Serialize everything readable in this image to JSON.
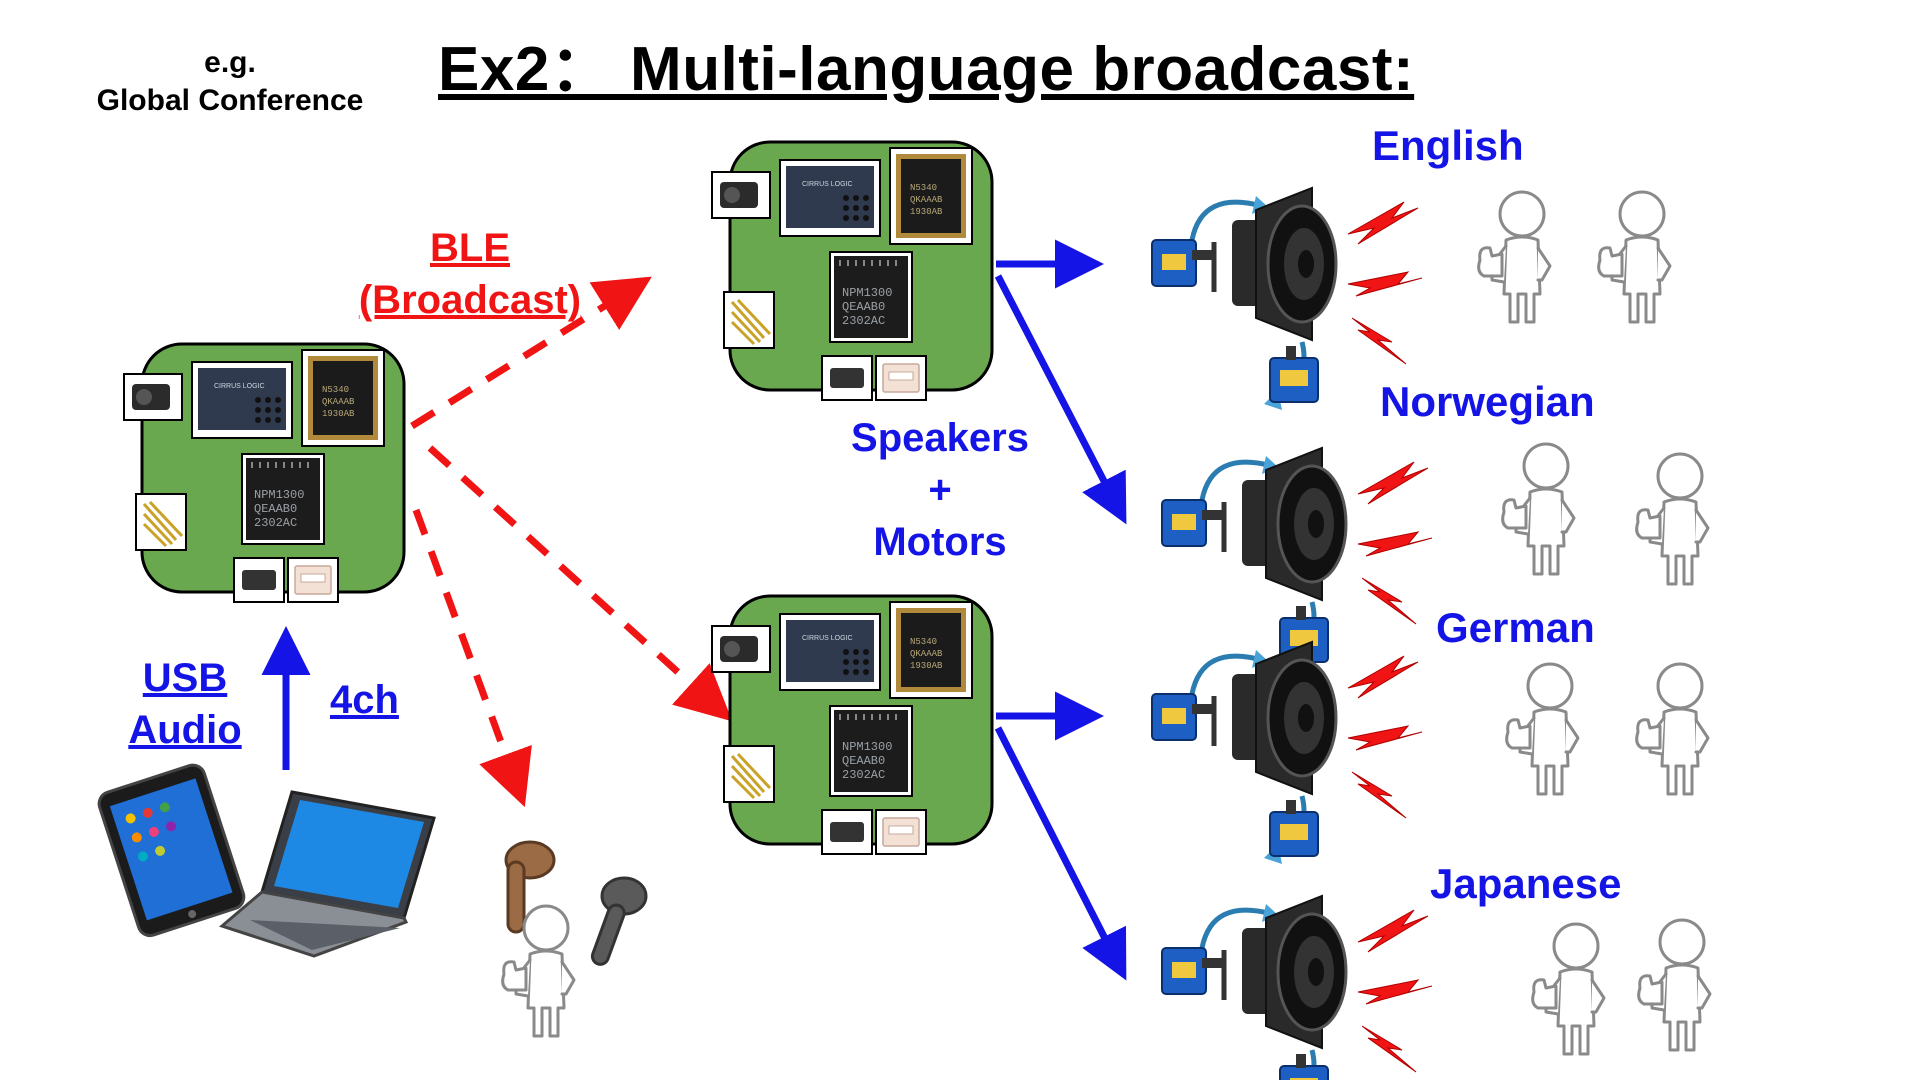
{
  "title": "Ex2： Multi-language broadcast:",
  "subtitle": "e.g.\nGlobal Conference",
  "labels": {
    "ble": "BLE\n(Broadcast)",
    "usb": "USB\nAudio",
    "channels": "4ch",
    "speakers_motors": "Speakers\n+\nMotors"
  },
  "languages": [
    "English",
    "Norwegian",
    "German",
    "Japanese"
  ],
  "chip_text": {
    "pmic_line1": "NPM1300",
    "pmic_line2": "QEAAB0",
    "pmic_line3": "2302AC",
    "soc_line1": "N5340",
    "soc_line2": "QKAAAB",
    "soc_line3": "1930AB",
    "codec_brand": "CIRRUS LOGIC"
  },
  "colors": {
    "board_green": "#6aa84f",
    "ble_red": "#f01414",
    "audio_blue": "#1414e6",
    "servo_blue": "#1e5fc4",
    "speaker_dark": "#222222",
    "person_gray": "#888888"
  },
  "icons": [
    "dev-board-icon",
    "tablet-icon",
    "laptop-icon",
    "earbuds-icon",
    "speaker-icon",
    "servo-motor-icon",
    "lightning-icon",
    "person-thumbs-up-icon"
  ]
}
